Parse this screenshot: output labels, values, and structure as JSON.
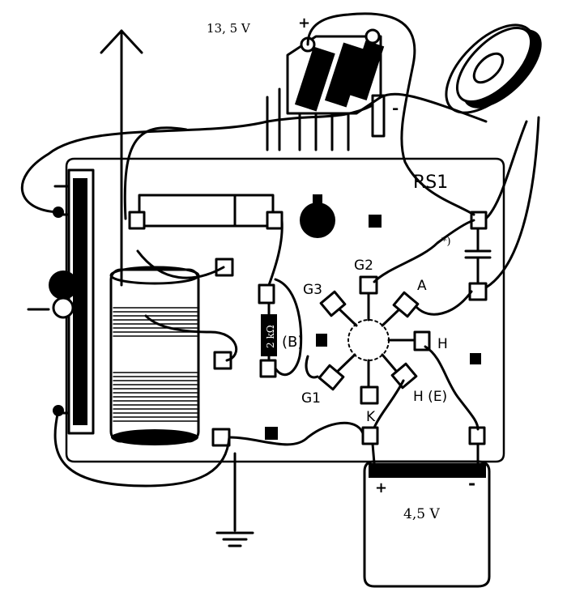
{
  "battery_top": {
    "voltage": "13, 5 V",
    "plus": "+",
    "minus": "-"
  },
  "board": {
    "name": "RS1",
    "resistor_label": "2 kΩ",
    "b_label": "(B)",
    "capacitor_mark": "*)"
  },
  "tube_pins": {
    "g2": "G2",
    "g3": "G3",
    "a": "A",
    "h": "H",
    "g1": "G1",
    "he": "H (E)",
    "k": "K"
  },
  "battery_bottom": {
    "voltage": "4,5 V",
    "plus": "+",
    "minus": "-"
  }
}
